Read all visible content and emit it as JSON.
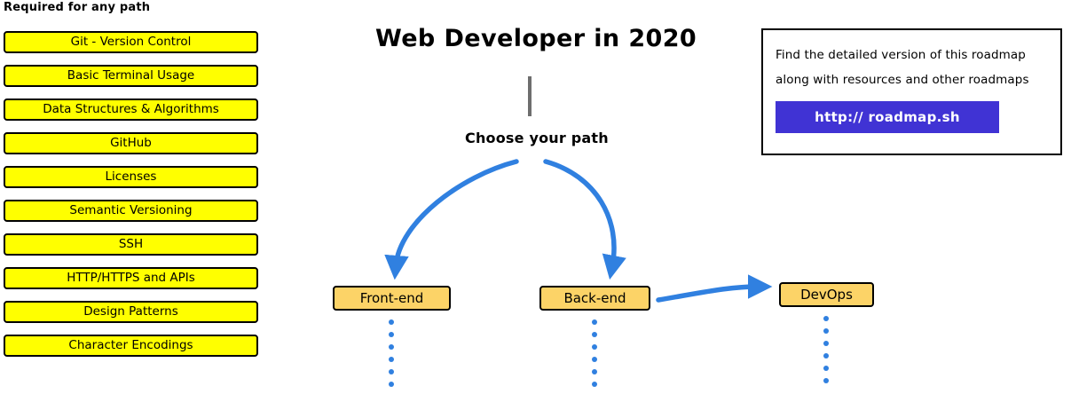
{
  "page": {
    "background": "#ffffff",
    "accent_yellow": "#ffff00",
    "accent_amber": "#fcd367",
    "accent_blue": "#3080e0",
    "accent_purple": "#4033d4",
    "stem_gray": "#6e6e6e"
  },
  "title": "Web Developer in 2020",
  "choose_path_label": "Choose your path",
  "required": {
    "heading": "Required for any path",
    "items": [
      {
        "label": "Git - Version Control"
      },
      {
        "label": "Basic Terminal Usage"
      },
      {
        "label": "Data Structures & Algorithms"
      },
      {
        "label": "GitHub"
      },
      {
        "label": "Licenses"
      },
      {
        "label": "Semantic Versioning"
      },
      {
        "label": "SSH"
      },
      {
        "label": "HTTP/HTTPS and APIs"
      },
      {
        "label": "Design Patterns"
      },
      {
        "label": "Character Encodings"
      }
    ]
  },
  "paths": [
    {
      "label": "Front-end"
    },
    {
      "label": "Back-end"
    },
    {
      "label": "DevOps"
    }
  ],
  "info_box": {
    "line1": "Find the detailed version of this roadmap",
    "line2": "along with resources and other roadmaps",
    "cta_label": "http:// roadmap.sh"
  }
}
